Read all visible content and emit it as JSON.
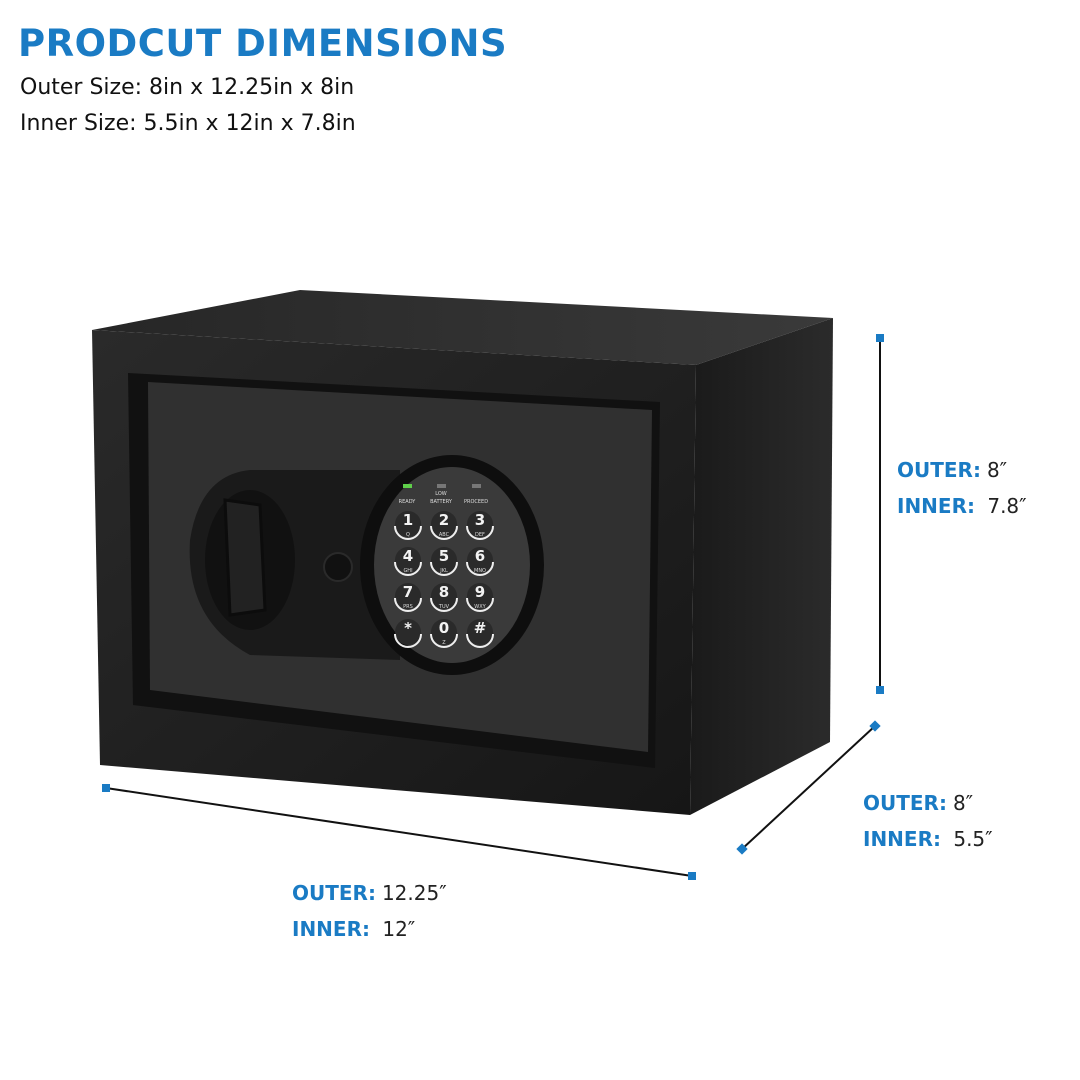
{
  "title": "PRODCUT DIMENSIONS",
  "outer_size": "Outer Size: 8in x 12.25in x 8in",
  "inner_size": "Inner Size: 5.5in x 12in x 7.8in",
  "height_dim": {
    "outer_label": "OUTER:",
    "outer_value": "8″",
    "inner_label": "INNER:",
    "inner_value": "7.8″"
  },
  "depth_dim": {
    "outer_label": "OUTER:",
    "outer_value": "8″",
    "inner_label": "INNER:",
    "inner_value": "5.5″"
  },
  "width_dim": {
    "outer_label": "OUTER:",
    "outer_value": "12.25″",
    "inner_label": "INNER:",
    "inner_value": "12″"
  },
  "keypad": {
    "indicators": [
      "READY",
      "LOW BATTERY",
      "PROCEED"
    ],
    "keys": [
      {
        "digit": "1",
        "letters": "Q"
      },
      {
        "digit": "2",
        "letters": "ABC"
      },
      {
        "digit": "3",
        "letters": "DEF"
      },
      {
        "digit": "4",
        "letters": "GHI"
      },
      {
        "digit": "5",
        "letters": "JKL"
      },
      {
        "digit": "6",
        "letters": "MNO"
      },
      {
        "digit": "7",
        "letters": "PRS"
      },
      {
        "digit": "8",
        "letters": "TUV"
      },
      {
        "digit": "9",
        "letters": "WXY"
      },
      {
        "digit": "*",
        "letters": ""
      },
      {
        "digit": "0",
        "letters": "Z"
      },
      {
        "digit": "#",
        "letters": ""
      }
    ]
  },
  "colors": {
    "accent": "#1a7bc4",
    "safe_body": "#1c1c1c"
  }
}
